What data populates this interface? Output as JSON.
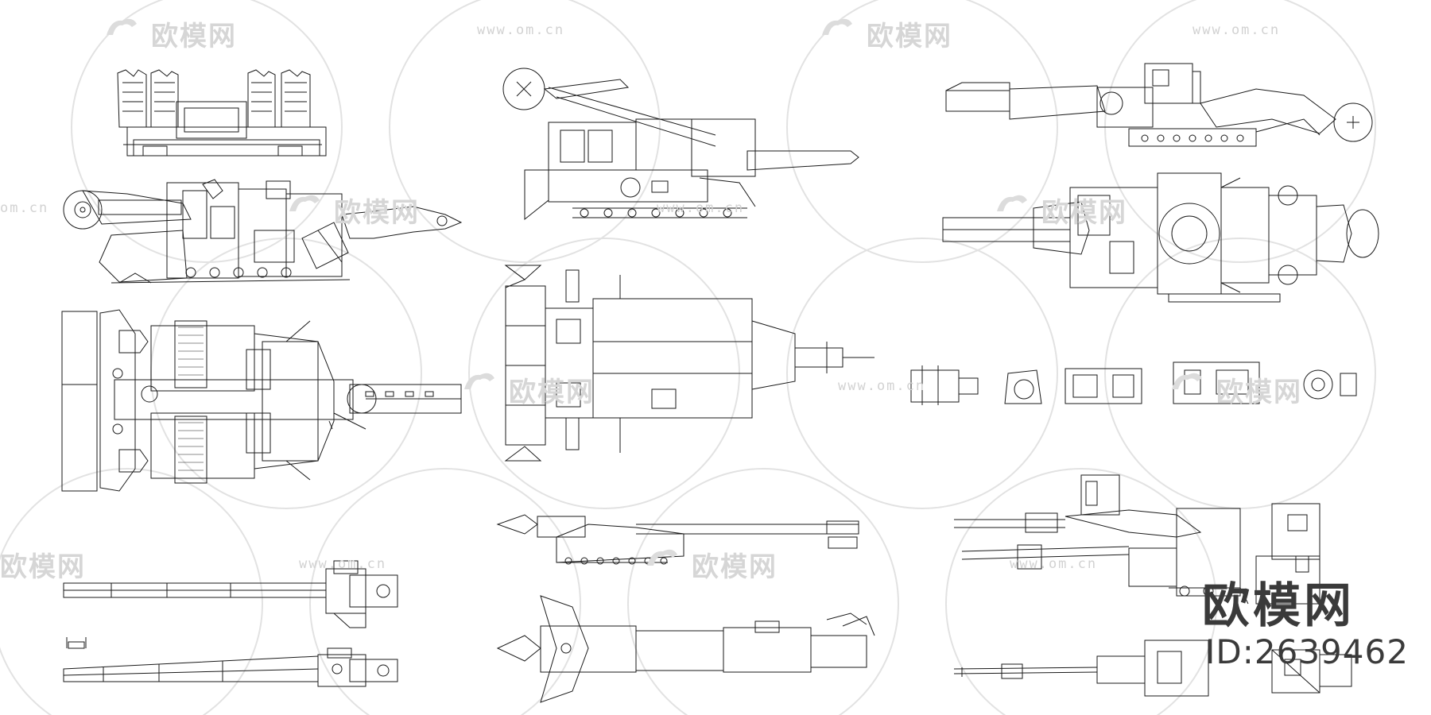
{
  "watermark": {
    "cn": "欧模网",
    "url": "www.om.cn",
    "url_short": "om.cn"
  },
  "brand": {
    "title": "欧模网",
    "id_text": "ID:2639462"
  },
  "colors": {
    "line": "#1a1a1a",
    "watermark": "#d4d4d4",
    "brand": "#3a3a3a"
  }
}
